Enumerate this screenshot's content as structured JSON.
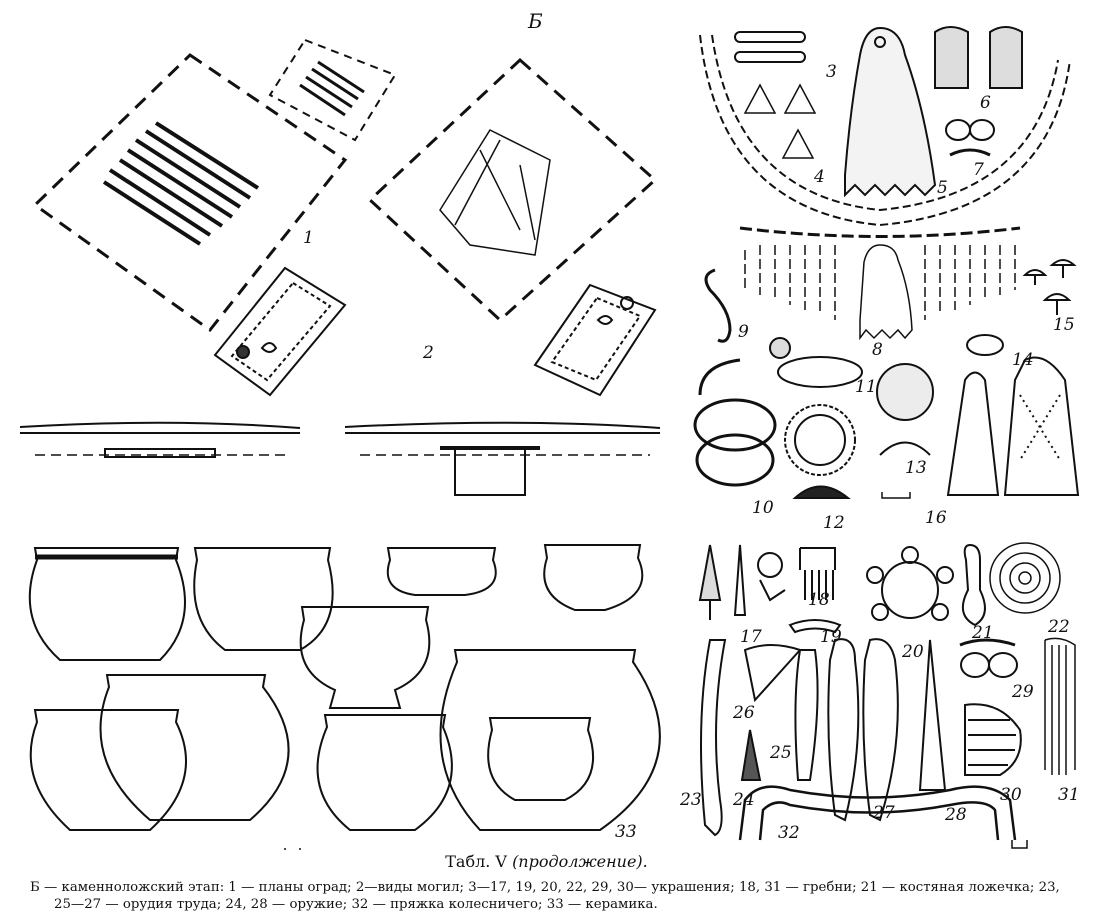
{
  "plate": {
    "section_letter": "Б",
    "figure_numbers": [
      "1",
      "2",
      "3",
      "4",
      "5",
      "6",
      "7",
      "8",
      "9",
      "10",
      "11",
      "12",
      "13",
      "14",
      "15",
      "16",
      "17",
      "18",
      "19",
      "20",
      "21",
      "22",
      "23",
      "24",
      "25",
      "26",
      "27",
      "28",
      "29",
      "30",
      "31",
      "32",
      "33"
    ]
  },
  "caption": {
    "title_prefix": "Табл. V",
    "title_italic": "(продолжение).",
    "body": "Б — каменноложский этап: 1 — планы оград; 2—виды могил; 3—17, 19, 20, 22, 29, 30— украшения; 18, 31 — гребни; 21 — костяная ложечка; 23, 25—27 — орудия труда; 24, 28 — оружие; 32 — пряжка колесничего; 33 — керамика."
  }
}
